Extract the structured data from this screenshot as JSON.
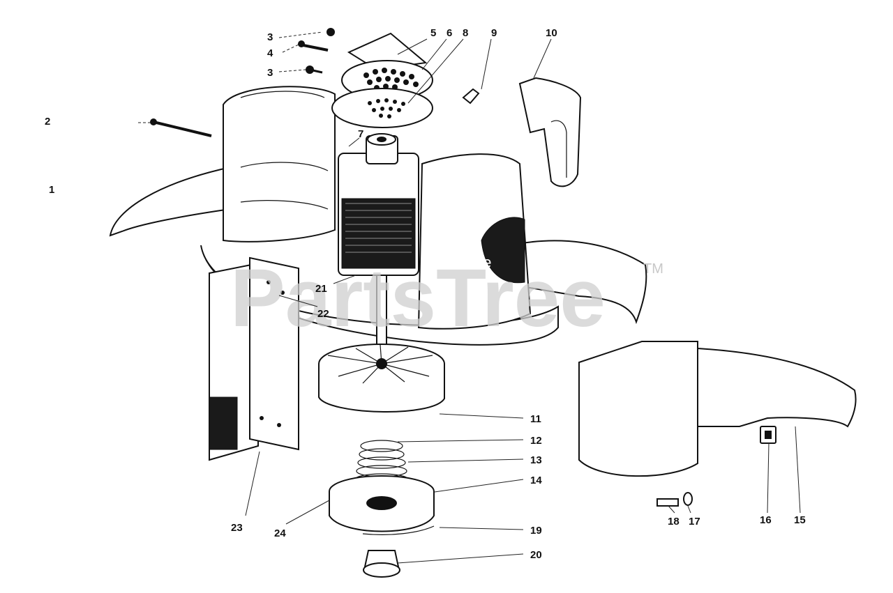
{
  "diagram": {
    "callouts": [
      "1",
      "2",
      "3",
      "4",
      "3",
      "5",
      "6",
      "8",
      "9",
      "10",
      "7",
      "21",
      "22",
      "11",
      "12",
      "13",
      "14",
      "19",
      "20",
      "23",
      "24",
      "18",
      "17",
      "16",
      "15"
    ]
  },
  "watermark": {
    "text": "PartsTree",
    "tm": "TM"
  },
  "colors": {
    "ink": "#111111",
    "watermark": "#cfcfcf",
    "paper": "#ffffff"
  }
}
